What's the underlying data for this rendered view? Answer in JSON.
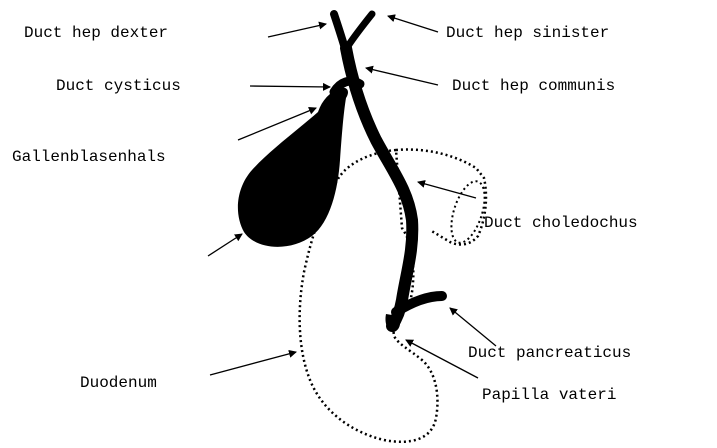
{
  "labels": {
    "duct_hep_dexter": "Duct hep dexter",
    "duct_hep_sinister": "Duct hep sinister",
    "duct_cysticus": "Duct cysticus",
    "duct_hep_communis": "Duct hep communis",
    "gallenblasenhals": "Gallenblasenhals",
    "duct_choledochus": "Duct choledochus",
    "duct_pancreaticus": "Duct pancreaticus",
    "papilla_vateri": "Papilla vateri",
    "duodenum": "Duodenum"
  },
  "colors": {
    "ink": "#000000",
    "background": "#ffffff"
  }
}
